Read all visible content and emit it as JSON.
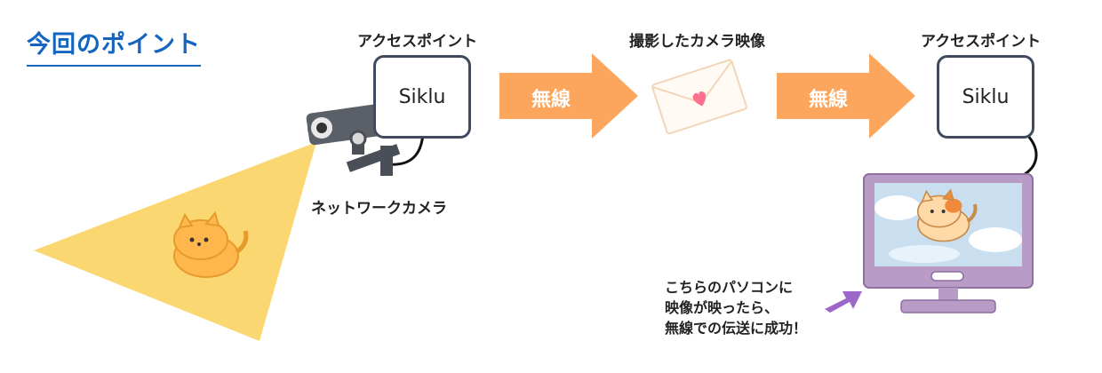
{
  "heading": "今回のポイント",
  "access_point_left": {
    "label": "アクセスポイント",
    "device": "Siklu"
  },
  "access_point_right": {
    "label": "アクセスポイント",
    "device": "Siklu"
  },
  "camera_label": "ネットワークカメラ",
  "video_label": "撮影したカメラ映像",
  "wireless_label_1": "無線",
  "wireless_label_2": "無線",
  "note_lines": [
    "こちらのパソコンに",
    "映像が映ったら、",
    "無線での伝送に成功！"
  ],
  "colors": {
    "heading": "#1565c0",
    "arrow": "#fba55d",
    "box_border": "#3f4a5c",
    "beam": "#fbd772",
    "monitor": "#b99cc6",
    "note_arrow": "#9c67c9"
  }
}
